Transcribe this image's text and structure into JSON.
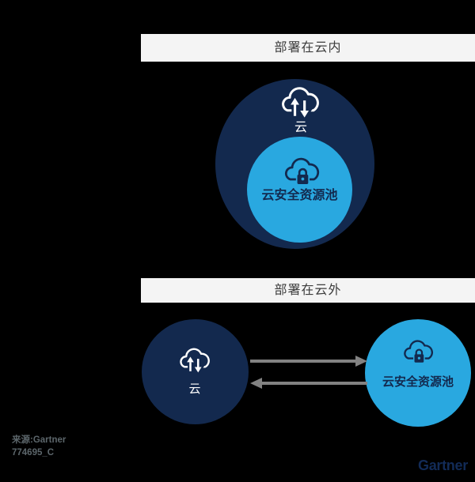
{
  "sections": {
    "inside": {
      "header": "部署在云内",
      "cloud_label": "云",
      "pool_label": "云安全资源池"
    },
    "outside": {
      "header": "部署在云外",
      "cloud_label": "云",
      "pool_label": "云安全资源池"
    }
  },
  "footer": {
    "source": "来源:Gartner",
    "figure_id": "774695_C",
    "brand": "Gartner"
  },
  "icons": {
    "transfer": "cloud-up-down-arrows-icon",
    "lock": "cloud-padlock-icon"
  },
  "colors": {
    "background": "#000000",
    "header_bar": "#f4f4f4",
    "header_text": "#3d3d3d",
    "navy": "#13294e",
    "light_blue": "#29a8e0",
    "arrow_gray": "#828282",
    "footer_text": "#5c666b",
    "brand_navy": "#122b57",
    "white": "#ffffff"
  }
}
